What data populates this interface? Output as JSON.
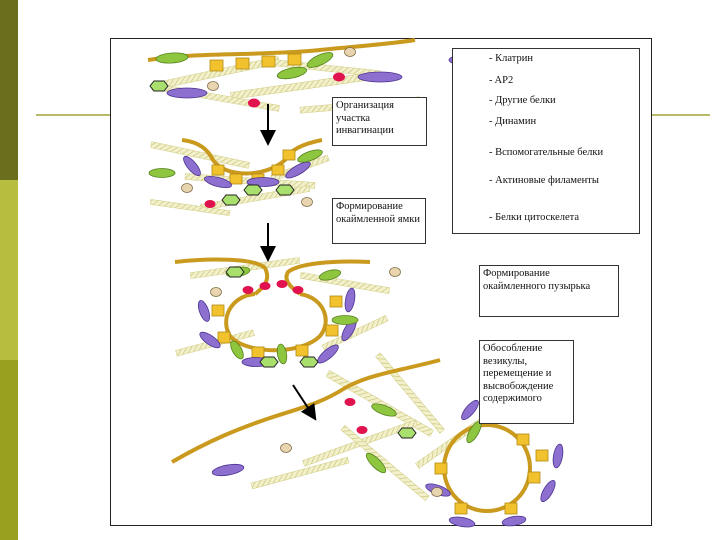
{
  "legend": {
    "clathrin": "- Клатрин",
    "ap2": "- AP2",
    "other": "- Другие белки",
    "dynamin": "- Динамин",
    "auxiliary": "- Вспомогательные белки",
    "actin": "- Актиновые филаменты",
    "cytoskeleton": "- Белки цитоскелета"
  },
  "steps": {
    "step1": "Организация участка инвагинации",
    "step2": "Формирование окаймленной ямки",
    "step3": "Формирование окаймленного пузырька",
    "step4": "Обособление везикулы, перемещение и высвобождение содержимого"
  },
  "colors": {
    "membrane": "#c99a1e",
    "clathrin": "#8d6fd0",
    "ap2": "#f2c12e",
    "other": "#8ec63f",
    "dynamin": "#e0134f",
    "auxiliary": "#a9df6c",
    "actin": "#e6e3a8",
    "cytoskeleton": "#e8d5b0"
  }
}
